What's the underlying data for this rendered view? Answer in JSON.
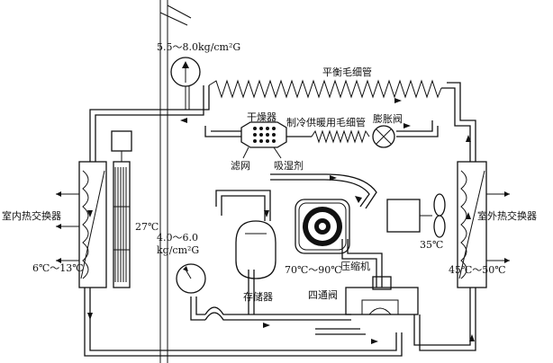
{
  "labels": {
    "pressure_high": "5.5～8.0kg/cm²G",
    "balance_capillary": "平衡毛细管",
    "dryer": "干燥器",
    "cool_heat_capillary": "制冷供暖用毛细管",
    "expansion_valve": "膨胀阀",
    "filter_screen": "滤网",
    "desiccant": "吸湿剂",
    "indoor_hx": "室内热交换器",
    "temp_27": "27℃",
    "pressure_low_1": "4.0～6.0",
    "pressure_low_2": "kg/cm²G",
    "indoor_temp": "6℃～13℃",
    "compressor": "压缩机",
    "temp_35": "35℃",
    "outdoor_hx": "室外热交换器",
    "temp_70_90": "70℃～90℃",
    "outdoor_temp": "45℃～50℃",
    "accumulator": "存储器",
    "four_way_valve": "四通阀"
  }
}
